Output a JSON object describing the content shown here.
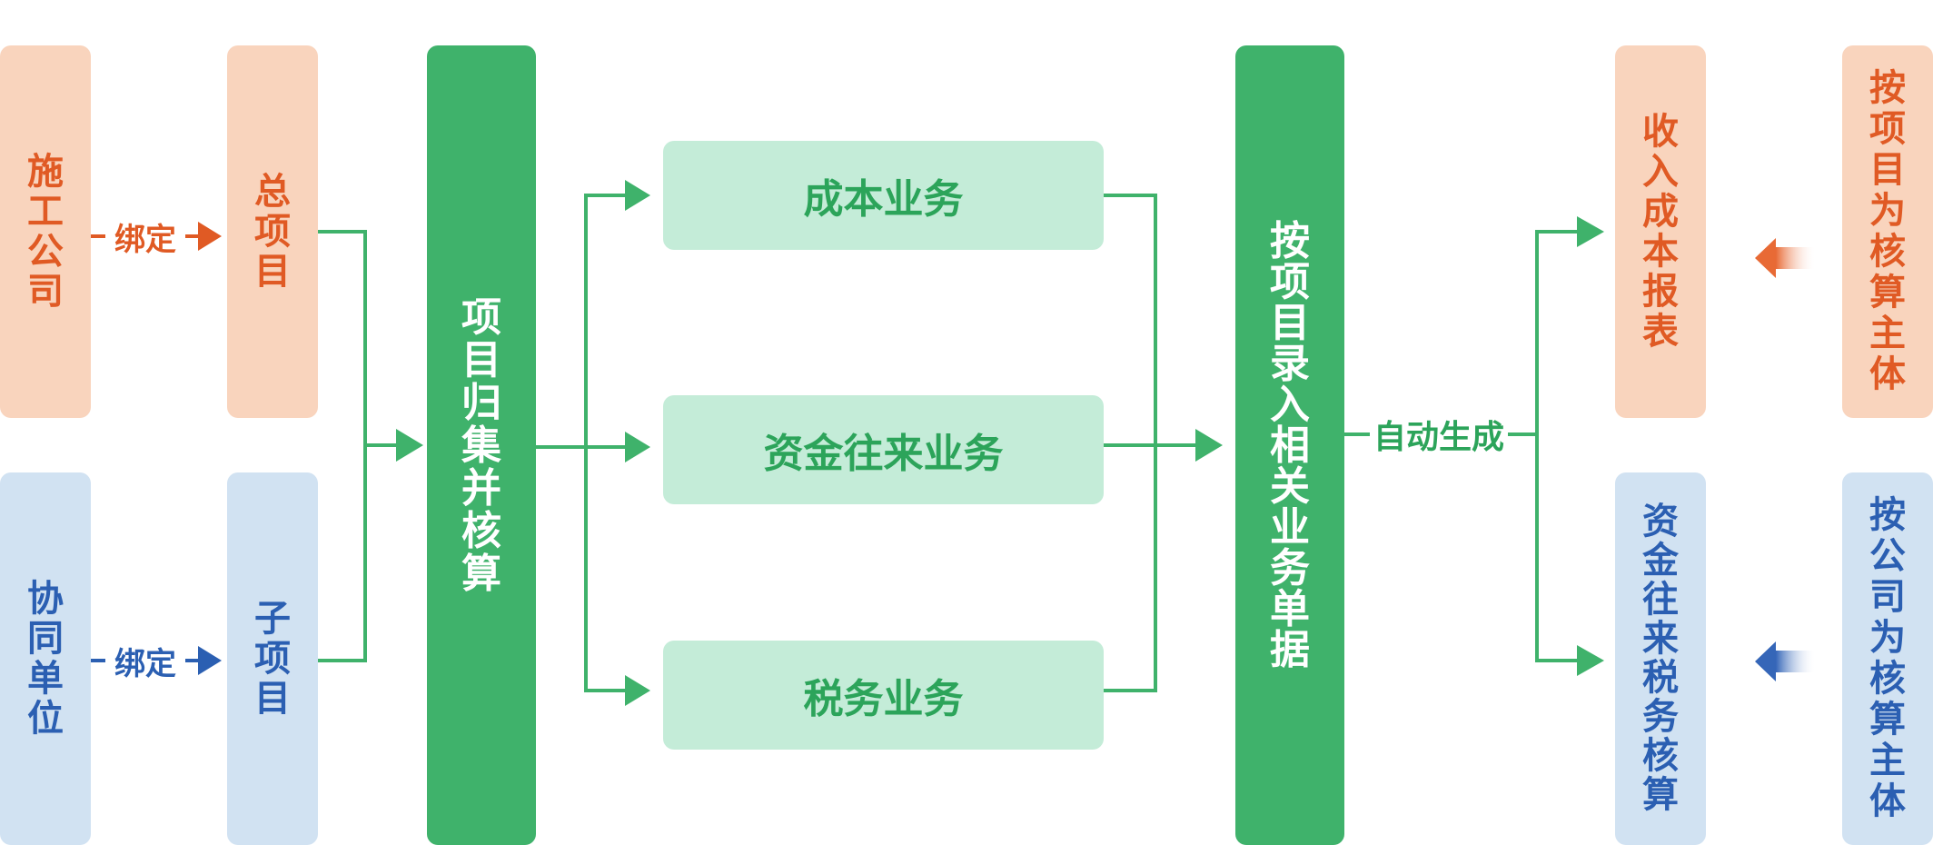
{
  "left": {
    "company": "施工公司",
    "master_project": "总项目",
    "partner": "协同单位",
    "sub_project": "子项目",
    "bind_label_top": "绑定",
    "bind_label_bottom": "绑定"
  },
  "center": {
    "aggregate": "项目归集并核算",
    "business_cost": "成本业务",
    "business_funds": "资金往来业务",
    "business_tax": "税务业务",
    "entry": "按项目录入相关业务单据",
    "auto_generate": "自动生成"
  },
  "right": {
    "report_income_cost": "收入成本报表",
    "report_funds_tax": "资金往来税务核算",
    "basis_project": "按项目为核算主体",
    "basis_company": "按公司为核算主体"
  },
  "colors": {
    "orange_fill": "#f9d4bd",
    "orange_text": "#e05a24",
    "blue_fill": "#d1e2f2",
    "blue_text": "#2b5fb2",
    "green_fill": "#3fb26b",
    "mint_fill": "#c4ecd8",
    "green_text": "#2ca45a"
  }
}
